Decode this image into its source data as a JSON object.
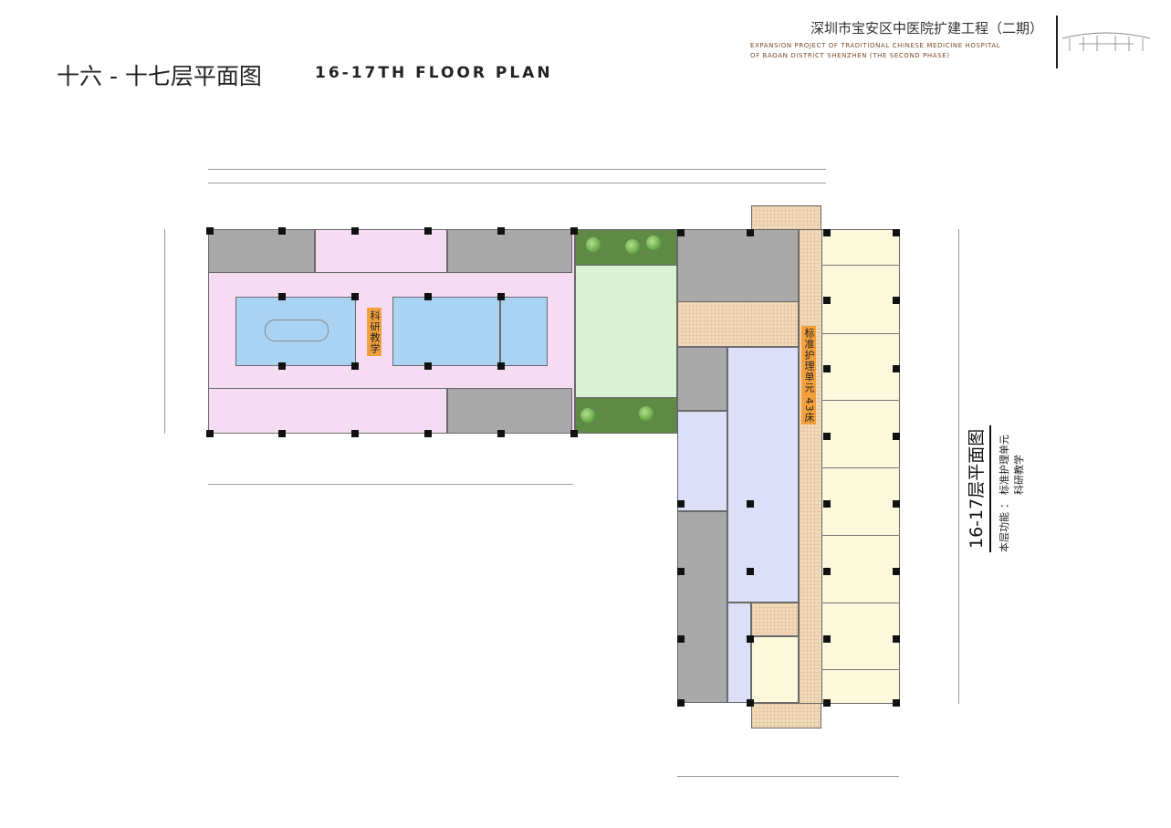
{
  "header": {
    "title_cn": "十六 - 十七层平面图",
    "title_en": "16-17TH FLOOR PLAN",
    "project_cn": "深圳市宝安区中医院扩建工程（二期）",
    "project_en_line1": "EXPANSION PROJECT OF TRADITIONAL CHINESE MEDICINE HOSPITAL",
    "project_en_line2": "OF BAOAN DISTRICT SHENZHEN (THE SECOND PHASE)"
  },
  "plan": {
    "label_research": "科研教学",
    "label_nursing": "标准护理单元 43床",
    "colors": {
      "service": "#a9a9a9",
      "research": "#f6dcf2",
      "meeting": "#a9d2f3",
      "courtyard": "#5f8a45",
      "corridor": "#f2dcc0",
      "nursing_support": "#dcdff7",
      "wards": "#fbf8dc",
      "label": "#f3a03c"
    }
  },
  "side_legend": {
    "title": "16-17层平面图",
    "function_label": "本层功能",
    "separator": "：",
    "functions": [
      "标准护理单元",
      "科研教学"
    ]
  }
}
